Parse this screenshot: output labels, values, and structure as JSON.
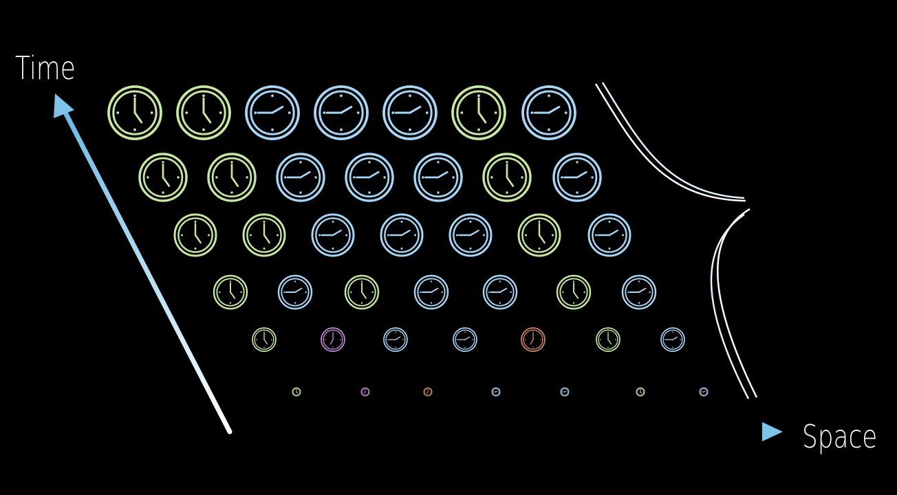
{
  "axes": {
    "vertical_label": "Time",
    "horizontal_label": "Space",
    "arrow_gradient": [
      "#6bb8e6",
      "#ffffff"
    ]
  },
  "palette": {
    "green": "#c6e8a4",
    "blue": "#a9d6f5",
    "purple": "#c78ad6",
    "orange": "#d48a6a",
    "curve": "#ffffff"
  },
  "clock_rows": [
    {
      "row": 1,
      "clocks": [
        "green",
        "green",
        "blue",
        "blue",
        "blue",
        "green",
        "blue"
      ]
    },
    {
      "row": 2,
      "clocks": [
        "green",
        "green",
        "blue",
        "blue",
        "blue",
        "green",
        "blue"
      ]
    },
    {
      "row": 3,
      "clocks": [
        "green",
        "green",
        "blue",
        "blue",
        "blue",
        "green",
        "blue"
      ]
    },
    {
      "row": 4,
      "clocks": [
        "green",
        "blue",
        "green",
        "blue",
        "blue",
        "green",
        "blue"
      ]
    },
    {
      "row": 5,
      "clocks": [
        "green",
        "purple",
        "blue",
        "blue",
        "orange",
        "green",
        "blue"
      ]
    },
    {
      "row": 6,
      "clocks": [
        "green",
        "purple",
        "orange",
        "blue",
        "blue",
        "green",
        "blue"
      ]
    }
  ],
  "icon_names": {
    "clock": "clock-icon",
    "curve": "boundary-curve"
  }
}
